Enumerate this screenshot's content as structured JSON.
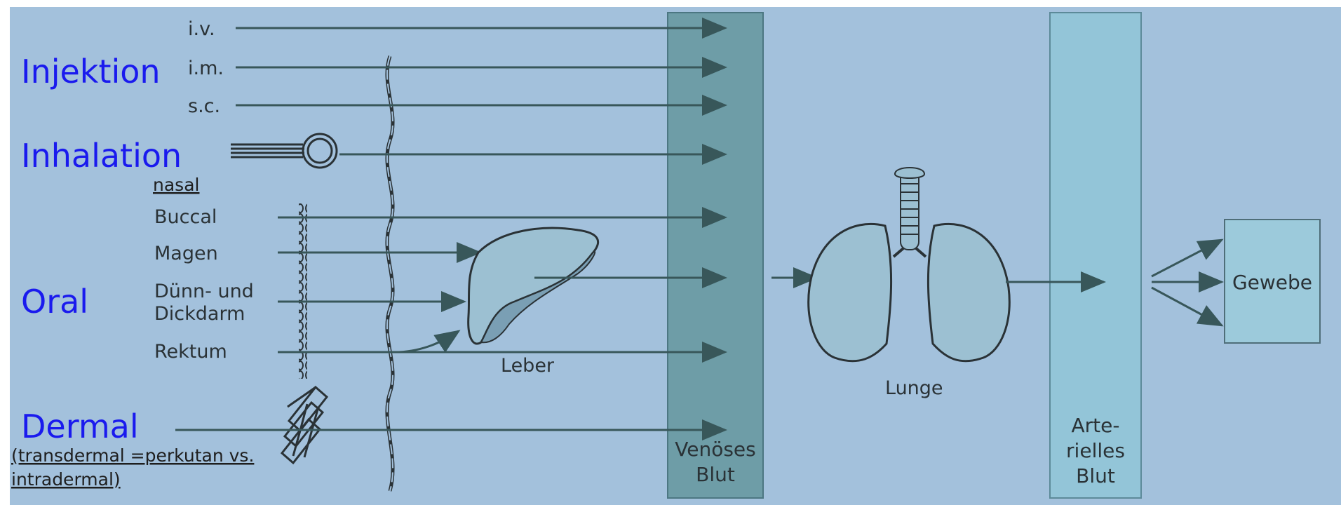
{
  "routes": {
    "injektion": "Injektion",
    "inhalation": "Inhalation",
    "oral": "Oral",
    "dermal": "Dermal"
  },
  "injection_sites": {
    "iv": "i.v.",
    "im": "i.m.",
    "sc": "s.c."
  },
  "inhalation_sub": "nasal",
  "oral_sites": {
    "buccal": "Buccal",
    "magen": "Magen",
    "darm_line1": "Dünn- und",
    "darm_line2": "Dickdarm",
    "rektum": "Rektum"
  },
  "dermal_note": {
    "line1": "(transdermal =perkutan vs.",
    "line2": "intradermal)"
  },
  "organs": {
    "leber": "Leber",
    "lunge": "Lunge"
  },
  "compartments": {
    "venous_line1": "Venöses",
    "venous_line2": "Blut",
    "arterial_line1": "Arte-",
    "arterial_line2": "rielles",
    "arterial_line3": "Blut",
    "tissue": "Gewebe"
  },
  "colors": {
    "background": "#a3c1dc",
    "venous_box": "#6e9da7",
    "arterial_box": "#93c5d8",
    "tissue_box": "#9ccadb",
    "arrow": "#38575a",
    "route_text": "#1a1aee",
    "organ_fill": "#9cc0d2",
    "liver_dark": "#7a9fb4"
  }
}
